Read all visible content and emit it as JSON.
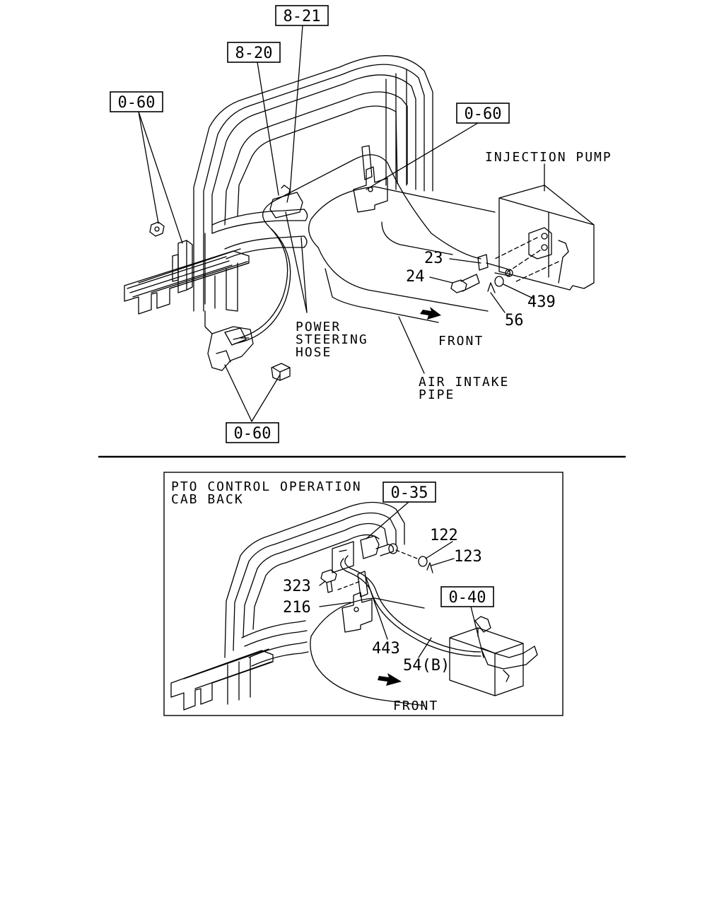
{
  "refs": {
    "top_8_21": "8-21",
    "top_8_20": "8-20",
    "top_0_60_left": "0-60",
    "top_0_60_right": "0-60",
    "top_0_60_bottom": "0-60",
    "bottom_0_35": "0-35",
    "bottom_0_40": "0-40"
  },
  "top_labels": {
    "injection_pump": "INJECTION PUMP",
    "power": "POWER",
    "steering": "STEERING",
    "hose": "HOSE",
    "front": "FRONT",
    "air_intake": "AIR INTAKE",
    "pipe": "PIPE"
  },
  "top_parts": {
    "p23": "23",
    "p24": "24",
    "p439": "439",
    "p56": "56"
  },
  "inset": {
    "title_line1": "PTO CONTROL OPERATION",
    "title_line2": "CAB BACK",
    "front": "FRONT"
  },
  "inset_parts": {
    "p122": "122",
    "p123": "123",
    "p323": "323",
    "p216": "216",
    "p443": "443",
    "p54b": "54(B)"
  }
}
